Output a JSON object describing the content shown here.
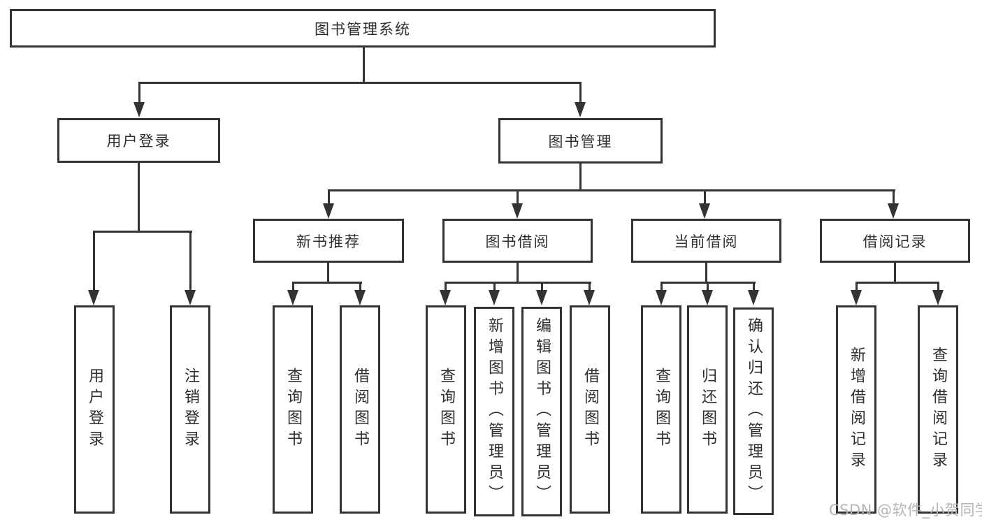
{
  "diagram": {
    "type": "tree-diagram",
    "colors": {
      "line": "#333333",
      "box_border": "#333333",
      "box_background": "#ffffff",
      "text": "#2e2e2e",
      "watermark": "#b2b2b2"
    },
    "nodes": {
      "root": "图书管理系统",
      "user_login": "用户登录",
      "book_mgmt": "图书管理",
      "leaf_user_login": "用户登录",
      "leaf_logout": "注销登录",
      "new_books": "新书推荐",
      "book_borrow": "图书借阅",
      "current_borrow": "当前借阅",
      "borrow_records": "借阅记录",
      "nb_query_books": "查询图书",
      "nb_borrow_books": "借阅图书",
      "bb_query_books": "查询图书",
      "bb_add_books": "新增图书（管理员）",
      "bb_edit_books": "编辑图书（管理员）",
      "bb_borrow_books": "借阅图书",
      "cb_query_books": "查询图书",
      "cb_return_books": "归还图书",
      "cb_confirm_return": "确认归还（管理员）",
      "br_add_record": "新增借阅记录",
      "br_query_record": "查询借阅记录"
    },
    "watermark": "CSDN @软件_小贺同学"
  }
}
